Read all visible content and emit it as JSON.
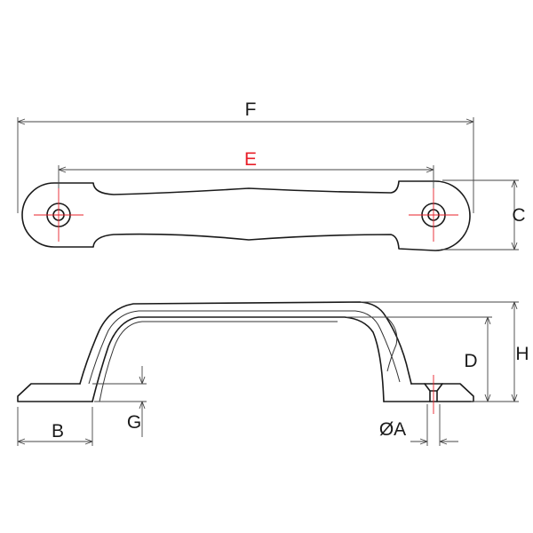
{
  "dimensions": {
    "overall_length": "F",
    "hole_spacing": "E",
    "foot_width": "C",
    "inner_height": "D",
    "overall_height": "H",
    "foot_length": "B",
    "foot_thickness": "G",
    "hole_diameter": "ØA"
  },
  "colors": {
    "outline": "#1a1a1a",
    "centerline": "#e8202a",
    "highlight_label": "#e8202a"
  }
}
